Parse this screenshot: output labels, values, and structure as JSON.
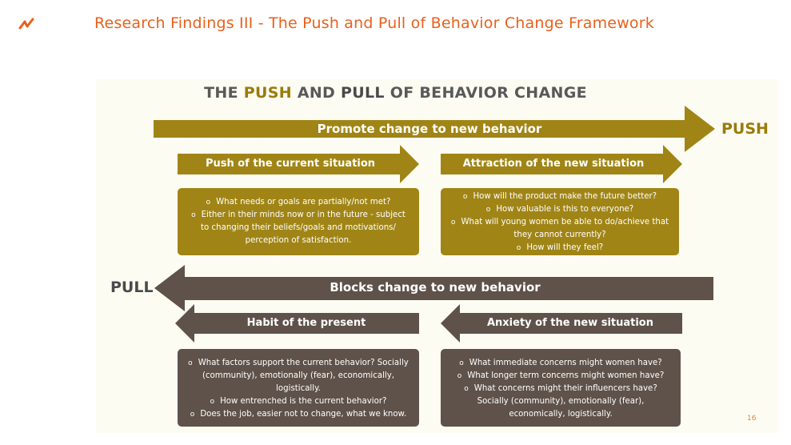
{
  "header": {
    "title": "Research Findings III - The Push and Pull of Behavior Change Framework"
  },
  "diagram": {
    "heading_parts": [
      "THE",
      "PUSH",
      "AND",
      "PULL",
      "OF BEHAVIOR CHANGE"
    ],
    "push_label": "PUSH",
    "pull_label": "PULL",
    "promote_label": "Promote change to new behavior",
    "blocks_label": "Blocks change to new behavior",
    "push_current_label": "Push of the current situation",
    "attraction_label": "Attraction of the new situation",
    "habit_label": "Habit of the present",
    "anxiety_label": "Anxiety of the new situation",
    "push_current_items": [
      "What needs or goals are partially/not met?",
      "Either in their minds now or in the future - subject",
      "to changing their beliefs/goals and motivations/",
      "perception of satisfaction."
    ],
    "attraction_items": [
      "How will the product make the future better?",
      "How valuable is this to everyone?",
      "What will young women be able to do/achieve that",
      "they cannot currently?",
      "How will they feel?"
    ],
    "habit_items": [
      "What factors support the current behavior? Socially",
      "(community), emotionally (fear), economically,",
      "logistically.",
      "How entrenched is the current behavior?",
      "Does the job, easier not to change, what we know."
    ],
    "anxiety_items": [
      "What immediate concerns might women have?",
      "What longer term concerns might women have?",
      "What concerns might their influencers have?",
      "Socially (community), emotionally (fear),",
      "economically, logistically."
    ]
  },
  "footer": {
    "page_number": "16"
  },
  "colors": {
    "gold": "#a08516",
    "brown": "#5f524a",
    "orange": "#e8601c"
  }
}
